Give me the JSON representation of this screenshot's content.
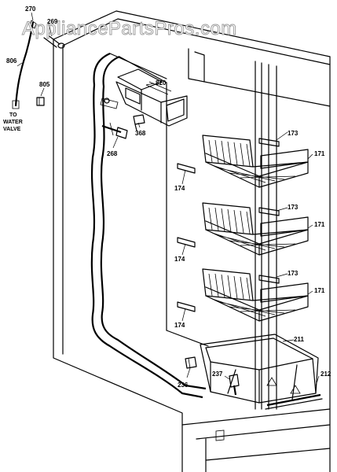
{
  "watermark": "AppliancePartsPros.com",
  "callouts": {
    "p270": "270",
    "p269": "269",
    "p806": "806",
    "p805": "805",
    "p820": "820",
    "p368": "368",
    "p268": "268",
    "p173a": "173",
    "p171a": "171",
    "p174a": "174",
    "p173b": "173",
    "p171b": "171",
    "p174b": "174",
    "p173c": "173",
    "p171c": "171",
    "p174c": "174",
    "p211": "211",
    "p237": "237",
    "p236": "236",
    "p212": "212"
  },
  "water_note": [
    "TO",
    "WATER",
    "VALVE"
  ]
}
